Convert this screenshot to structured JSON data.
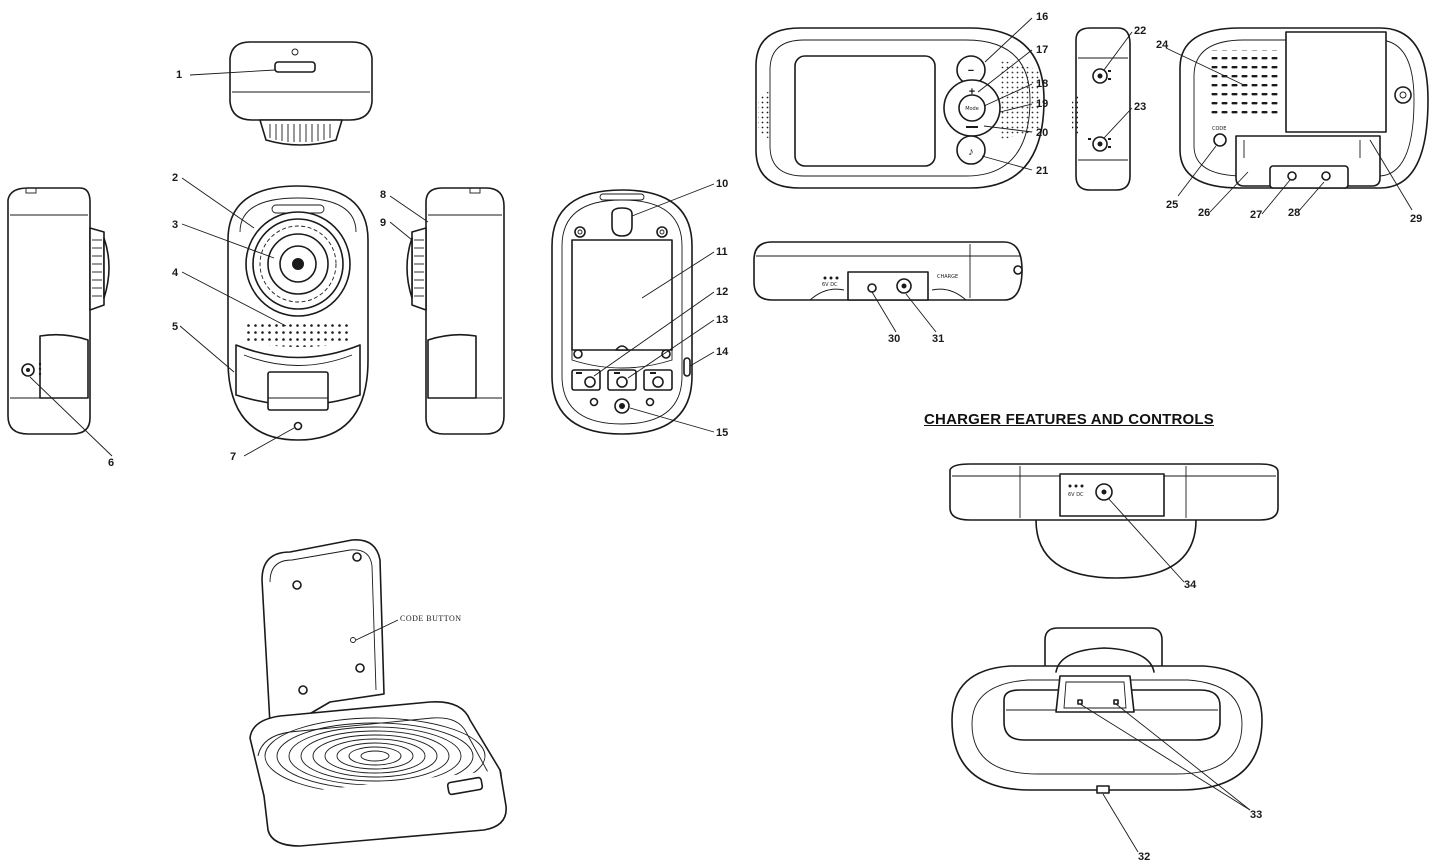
{
  "heading": "CHARGER FEATURES AND CONTROLS",
  "code_button_label": "CODE BUTTON",
  "minus_symbol": "−",
  "plus_symbol": "+",
  "music_symbol": "♪",
  "mode_symbol": "Mode",
  "callouts": {
    "c1": "1",
    "c2": "2",
    "c3": "3",
    "c4": "4",
    "c5": "5",
    "c6": "6",
    "c7": "7",
    "c8": "8",
    "c9": "9",
    "c10": "10",
    "c11": "11",
    "c12": "12",
    "c13": "13",
    "c14": "14",
    "c15": "15",
    "c16": "16",
    "c17": "17",
    "c18": "18",
    "c19": "19",
    "c20": "20",
    "c21": "21",
    "c22": "22",
    "c23": "23",
    "c24": "24",
    "c25": "25",
    "c26": "26",
    "c27": "27",
    "c28": "28",
    "c29": "29",
    "c30": "30",
    "c31": "31",
    "c32": "32",
    "c33": "33",
    "c34": "34"
  }
}
